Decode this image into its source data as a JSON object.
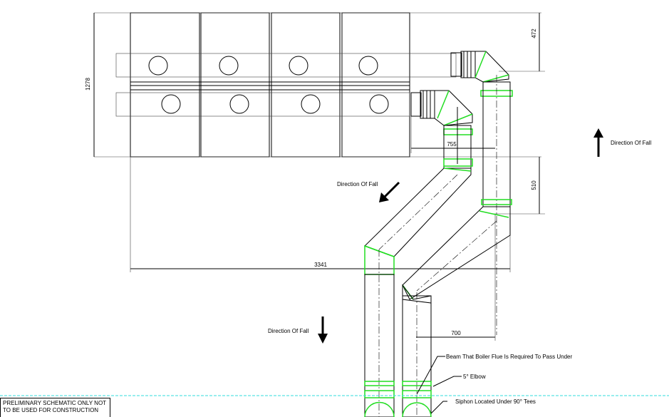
{
  "dimensions": {
    "overall_height": "1278",
    "top_offset": "472",
    "flue_spacing": "755",
    "mid_offset": "510",
    "overall_width": "3341",
    "lower_offset": "700"
  },
  "annotations": {
    "direction_of_fall": "Direction Of Fall",
    "beam_note": "Beam That Boiler Flue Is Required To Pass Under",
    "elbow_note": "5° Elbow",
    "siphon_note": "Siphon Located Under 90° Tees"
  },
  "disclaimer": {
    "line1": "PRELIMINARY SCHEMATIC ONLY NOT",
    "line2": "TO BE USED FOR CONSTRUCTION"
  },
  "colors": {
    "fitting_highlight": "#22dd22",
    "guide_line": "#33dddd"
  }
}
